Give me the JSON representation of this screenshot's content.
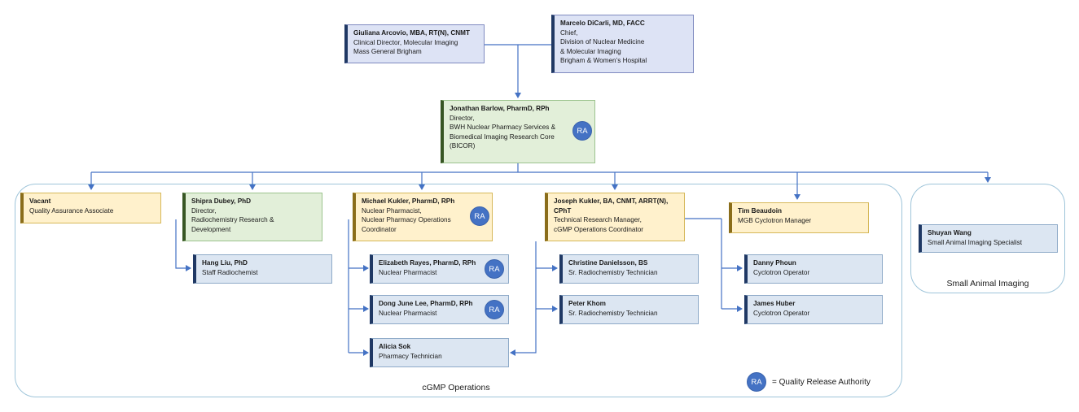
{
  "ra_label": "RA",
  "top": {
    "arcovio": {
      "name": "Giuliana Arcovio, MBA, RT(N), CNMT",
      "lines": [
        "Clinical Director, Molecular Imaging",
        "Mass General Brigham"
      ]
    },
    "dicarli": {
      "name": "Marcelo DiCarli, MD, FACC",
      "lines": [
        "Chief,",
        "Division of Nuclear Medicine",
        "& Molecular Imaging",
        "Brigham & Women’s Hospital"
      ]
    }
  },
  "director": {
    "name": "Jonathan Barlow, PharmD, RPh",
    "lines": [
      "Director,",
      "BWH Nuclear Pharmacy Services &",
      "Biomedical Imaging Research Core",
      "(BICOR)"
    ]
  },
  "cgmp": {
    "label": "cGMP Operations",
    "vacant": {
      "name": "Vacant",
      "lines": [
        "Quality Assurance Associate"
      ]
    },
    "dubey": {
      "name": "Shipra Dubey, PhD",
      "lines": [
        "Director,",
        "Radiochemistry Research &",
        "Development"
      ]
    },
    "liu": {
      "name": "Hang Liu, PhD",
      "lines": [
        "Staff Radiochemist"
      ]
    },
    "mkukler": {
      "name": "Michael Kukler, PharmD, RPh",
      "lines": [
        "Nuclear Pharmacist,",
        "Nuclear Pharmacy Operations",
        "Coordinator"
      ]
    },
    "rayes": {
      "name": "Elizabeth Rayes, PharmD, RPh",
      "lines": [
        "Nuclear Pharmacist"
      ]
    },
    "lee": {
      "name": "Dong June Lee, PharmD, RPh",
      "lines": [
        "Nuclear Pharmacist"
      ]
    },
    "sok": {
      "name": "Alicia Sok",
      "lines": [
        "Pharmacy Technician"
      ]
    },
    "jkukler": {
      "name": "Joseph Kukler, BA, CNMT, ARRT(N),",
      "lines": [
        "CPhT",
        "Technical Research Manager,",
        "cGMP Operations Coordinator"
      ]
    },
    "danielsson": {
      "name": "Christine Danielsson, BS",
      "lines": [
        "Sr. Radiochemistry Technician"
      ]
    },
    "khom": {
      "name": "Peter Khom",
      "lines": [
        "Sr. Radiochemistry Technician"
      ]
    },
    "beaudoin": {
      "name": "Tim Beaudoin",
      "lines": [
        "MGB Cyclotron Manager"
      ]
    },
    "phoun": {
      "name": "Danny Phoun",
      "lines": [
        "Cyclotron Operator"
      ]
    },
    "huber": {
      "name": "James Huber",
      "lines": [
        "Cyclotron Operator"
      ]
    }
  },
  "small_animal": {
    "label": "Small Animal Imaging",
    "wang": {
      "name": "Shuyan Wang",
      "lines": [
        "Small Animal Imaging Specialist"
      ]
    }
  },
  "legend": {
    "text": "= Quality Release Authority"
  },
  "colors": {
    "connector": "#4472c4",
    "blue_box": "#dce6f2",
    "green_box": "#e2efd9",
    "yellow_box": "#fff1cc",
    "lavender_box": "#dde3f5",
    "ra_badge": "#4472c4"
  }
}
